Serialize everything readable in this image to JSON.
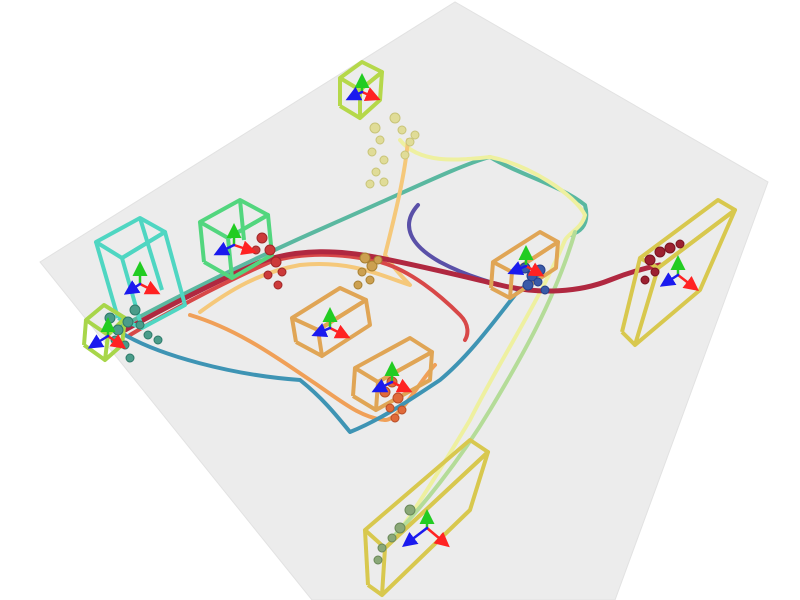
{
  "scene": {
    "background_color": "#ffffff",
    "floor_color": "#ececec",
    "floor_edge_color": "#e2e2e2",
    "axis_colors": {
      "x": "#ff2222",
      "y": "#22cc22",
      "z": "#1a1aee"
    },
    "bounding_boxes": [
      {
        "name": "tall-box-left",
        "color": "#4fd6c2"
      },
      {
        "name": "box-upper-left",
        "color": "#52d67e"
      },
      {
        "name": "small-box-left",
        "color": "#a8d64a"
      },
      {
        "name": "box-top-center",
        "color": "#b5d84a"
      },
      {
        "name": "box-center-left",
        "color": "#e0a555"
      },
      {
        "name": "box-center",
        "color": "#e0a555"
      },
      {
        "name": "box-center-right",
        "color": "#e0a555"
      },
      {
        "name": "box-far-right",
        "color": "#d8c84e"
      },
      {
        "name": "box-bottom",
        "color": "#d8c84e"
      }
    ],
    "trajectories": [
      {
        "name": "crimson",
        "color": "#b02840"
      },
      {
        "name": "red",
        "color": "#d84848"
      },
      {
        "name": "orange",
        "color": "#f0a058"
      },
      {
        "name": "light-orange",
        "color": "#f5c87a"
      },
      {
        "name": "teal-blue",
        "color": "#3e94b4"
      },
      {
        "name": "indigo",
        "color": "#5a50a8"
      },
      {
        "name": "teal-green",
        "color": "#5ab8a0"
      },
      {
        "name": "pale-yellow",
        "color": "#eef0a0"
      },
      {
        "name": "light-green",
        "color": "#b4dc98"
      }
    ],
    "figures": [
      {
        "name": "figure-top-center",
        "color": "#e0dc98"
      },
      {
        "name": "figure-left",
        "color": "#4a9c8a"
      },
      {
        "name": "figure-upper-left",
        "color": "#cc3a3a"
      },
      {
        "name": "figure-center",
        "color": "#cca050"
      },
      {
        "name": "figure-center-low",
        "color": "#e06a3a"
      },
      {
        "name": "figure-center-right",
        "color": "#3a5aa8"
      },
      {
        "name": "figure-far-right",
        "color": "#9c2030"
      },
      {
        "name": "figure-bottom",
        "color": "#8aa878"
      }
    ]
  }
}
